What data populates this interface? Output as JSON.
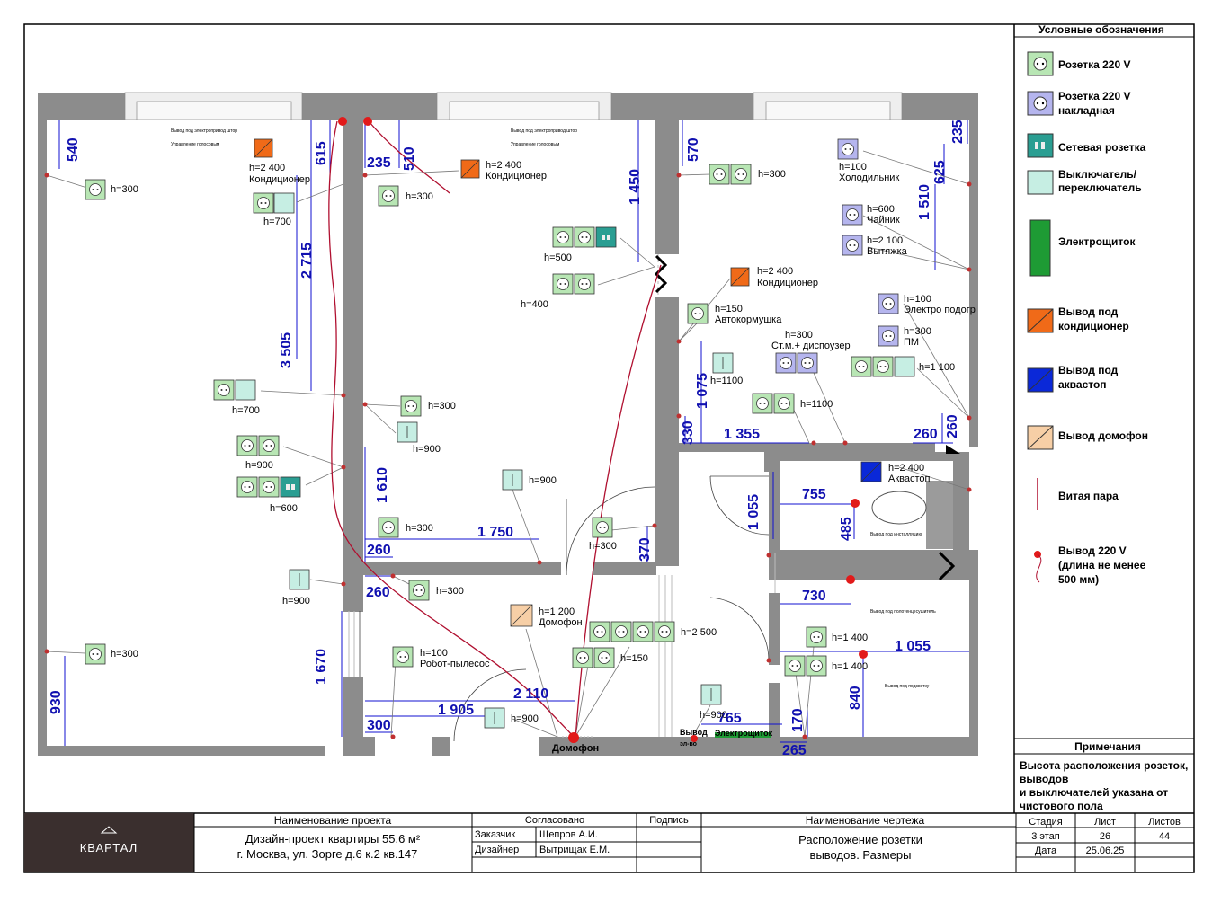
{
  "legend": {
    "title": "Условные обозначения",
    "items": [
      {
        "text1": "Розетка 220 V",
        "text2": ""
      },
      {
        "text1": "Розетка 220 V",
        "text2": "накладная"
      },
      {
        "text1": "Сетевая розетка",
        "text2": ""
      },
      {
        "text1": "Выключатель/",
        "text2": "переключатель"
      },
      {
        "text1": "Электрощиток",
        "text2": ""
      },
      {
        "text1": "Вывод под",
        "text2": "кондиционер"
      },
      {
        "text1": "Вывод под",
        "text2": "аквастоп"
      },
      {
        "text1": "Вывод домофон",
        "text2": ""
      },
      {
        "text1": "Витая пара",
        "text2": ""
      },
      {
        "text1": "Вывод 220 V",
        "text2": "(длина не менее",
        "text3": "500 мм)"
      }
    ]
  },
  "notes": {
    "title": "Примечания",
    "lines": [
      "Высота расположения розеток,",
      "выводов",
      "и выключателей указана от",
      "чистового пола"
    ]
  },
  "title_block": {
    "project_header": "Наименование проекта",
    "project_line1": "Дизайн-проект квартиры 55.6 м²",
    "project_line2": "г. Москва, ул. Зорге д.6 к.2 кв.147",
    "agreed": "Согласовано",
    "signature": "Подпись",
    "customer_label": "Заказчик",
    "customer_name": "Щепров А.И.",
    "designer_label": "Дизайнер",
    "designer_name": "Вытрищак Е.М.",
    "drawing_header": "Наименование чертежа",
    "drawing_line1": "Расположение розетки",
    "drawing_line2": "выводов. Размеры",
    "stage_label": "Стадия",
    "sheet_label": "Лист",
    "sheets_label": "Листов",
    "stage_value": "3 этап",
    "sheet_value": "26",
    "sheets_value": "44",
    "date_label": "Дата",
    "date_value": "25.06.25",
    "logo_text": "КВАРТАЛ"
  },
  "dimensions": [
    "540",
    "615",
    "235",
    "510",
    "570",
    "235",
    "625",
    "1 510",
    "2 715",
    "3 505",
    "1 450",
    "1 075",
    "330",
    "1 355",
    "260",
    "260",
    "1 610",
    "1 750",
    "260",
    "370",
    "1 055",
    "755",
    "485",
    "730",
    "1 055",
    "840",
    "260",
    "1 670",
    "930",
    "2 110",
    "1 905",
    "300",
    "765",
    "170",
    "265"
  ],
  "labels": {
    "ac_out": "Вывод под электропривод штор",
    "voice": "Управление голосовым",
    "h2400": "h=2 400",
    "conditioner": "Кондиционер",
    "h300": "h=300",
    "h700": "h=700",
    "h900": "h=900",
    "h600": "h=600",
    "h500": "h=500",
    "h400": "h=400",
    "h100": "h=100",
    "fridge": "Холодильник",
    "h600b": "h=600",
    "kettle": "Чайник",
    "h2100": "h=2 100",
    "hood": "Вытяжка",
    "h150": "h=150",
    "feeder": "Автокормушка",
    "h100b": "h=100",
    "floorheat": "Электро подогр",
    "h300b": "h=300",
    "dishwasher": "ПМ",
    "h300c": "h=300",
    "washer": "Ст.м.+ диспоузер",
    "h1100": "h=1100",
    "h1100b": "h=1 100",
    "h900b": "h=900",
    "h1100c": "h=1100",
    "h2400b": "h=2 400",
    "aquastop": "Аквастоп",
    "h1200": "h=1 200",
    "intercom": "Домофон",
    "h2500": "h=2 500",
    "h150b": "h=150",
    "h100c": "h=100",
    "robot": "Робот-пылесос",
    "h1400": "h=1 400",
    "h1400b": "h=1 400",
    "h900c": "h=900",
    "h900d": "h=900",
    "intercom_bottom": "Домофон",
    "out_label": "Вывод",
    "out_label2": "эл-во",
    "panel": "Электрощиток",
    "wc_out": "Вывод под инсталляцию",
    "towel_out": "Вывод под полотенцесушитель",
    "lamp_out": "Вывод под подсветку"
  }
}
